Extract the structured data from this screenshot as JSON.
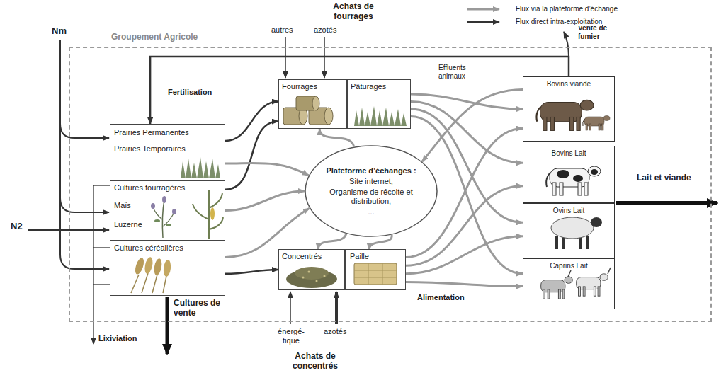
{
  "diagram": {
    "nodes": [
      {
        "text": [
          "Groupement Agricole"
        ]
      },
      {
        "text": [
          "Prairies Permanentes",
          "Prairies Temporaires"
        ],
        "in": 0
      },
      {
        "text": [
          "Cultures fourragères",
          "Maïs",
          "Luzerne"
        ],
        "in": 0
      },
      {
        "text": [
          "Cultures céréalières"
        ],
        "in": 0
      },
      {
        "text": [
          "Fourrages"
        ],
        "in": 0
      },
      {
        "text": [
          "Pâturages"
        ],
        "in": 0
      },
      {
        "text": [
          "Plateforme d’échanges :",
          "Site internet,",
          "Organisme de récolte et distribution,",
          "..."
        ],
        "in": 0
      },
      {
        "text": [
          "Concentrés"
        ],
        "in": 0
      },
      {
        "text": [
          "Paille"
        ],
        "in": 0
      },
      {
        "text": [
          "Bovins viande"
        ],
        "in": 0
      },
      {
        "text": [
          "Bovins Lait"
        ],
        "in": 0
      },
      {
        "text": [
          "Ovins Lait"
        ],
        "in": 0
      },
      {
        "text": [
          "Caprins Lait"
        ],
        "in": 0
      }
    ],
    "edges": [
      {
        "from": 1,
        "to": 4,
        "arrow": "to"
      },
      {
        "from": 2,
        "to": 4,
        "arrow": "to"
      },
      {
        "from": 3,
        "to": 7,
        "arrow": "to"
      },
      {
        "from": 1,
        "to": 6,
        "arrow": "to"
      },
      {
        "from": 2,
        "to": 6,
        "arrow": "to"
      },
      {
        "from": 3,
        "to": 6,
        "arrow": "to"
      },
      {
        "from": 6,
        "to": 4,
        "arrow": "to"
      },
      {
        "from": 6,
        "to": 7,
        "arrow": "to"
      },
      {
        "from": 6,
        "to": 8,
        "arrow": "to"
      },
      {
        "from": 9,
        "to": 1,
        "arrow": "to"
      },
      {
        "from": 9,
        "to": 6,
        "arrow": "to"
      },
      {
        "from": 5,
        "to": 9,
        "arrow": "to"
      },
      {
        "from": 5,
        "to": 10,
        "arrow": "to"
      },
      {
        "from": 5,
        "to": 11,
        "arrow": "to"
      },
      {
        "from": 5,
        "to": 12,
        "arrow": "to"
      },
      {
        "from": 8,
        "to": 9,
        "arrow": "to"
      },
      {
        "from": 8,
        "to": 10,
        "arrow": "to"
      },
      {
        "from": 8,
        "to": 11,
        "arrow": "to"
      },
      {
        "from": 8,
        "to": 12,
        "arrow": "to"
      }
    ],
    "labels": [
      "Nm",
      "N2",
      "Achats de fourrages",
      "autres",
      "azotés",
      "Fertilisation",
      "Effluents animaux",
      "Vente de fumier",
      "Lait et viande",
      "Alimentation",
      "Cultures de vente",
      "Lixiviation",
      "énergé- tique",
      "azotés",
      "Achats de concentrés"
    ],
    "legend": [
      {
        "text": "Flux via la plateforme d’échange"
      },
      {
        "text": "Flux direct intra-exploitation"
      }
    ]
  }
}
